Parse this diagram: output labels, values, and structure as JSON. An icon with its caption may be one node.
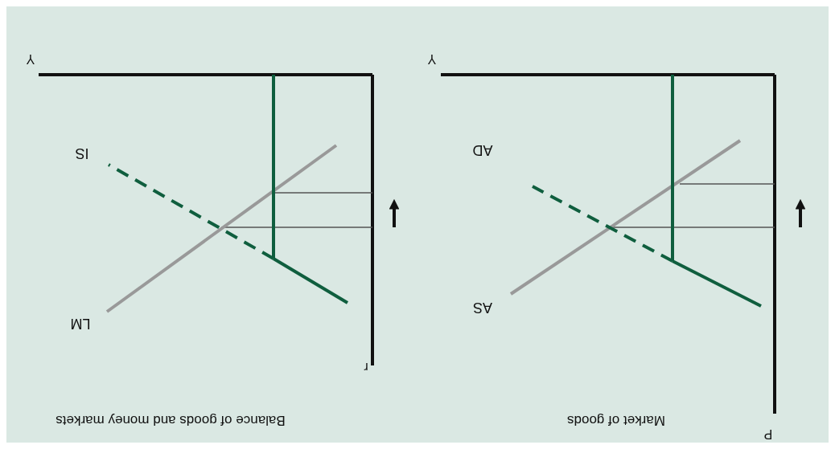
{
  "diagram": {
    "labels": [
      "Market of goods",
      "Balance of goods and money markets",
      "P",
      "r",
      "AS",
      "LM",
      "AD",
      "IS",
      "Y",
      "Y"
    ]
  }
}
